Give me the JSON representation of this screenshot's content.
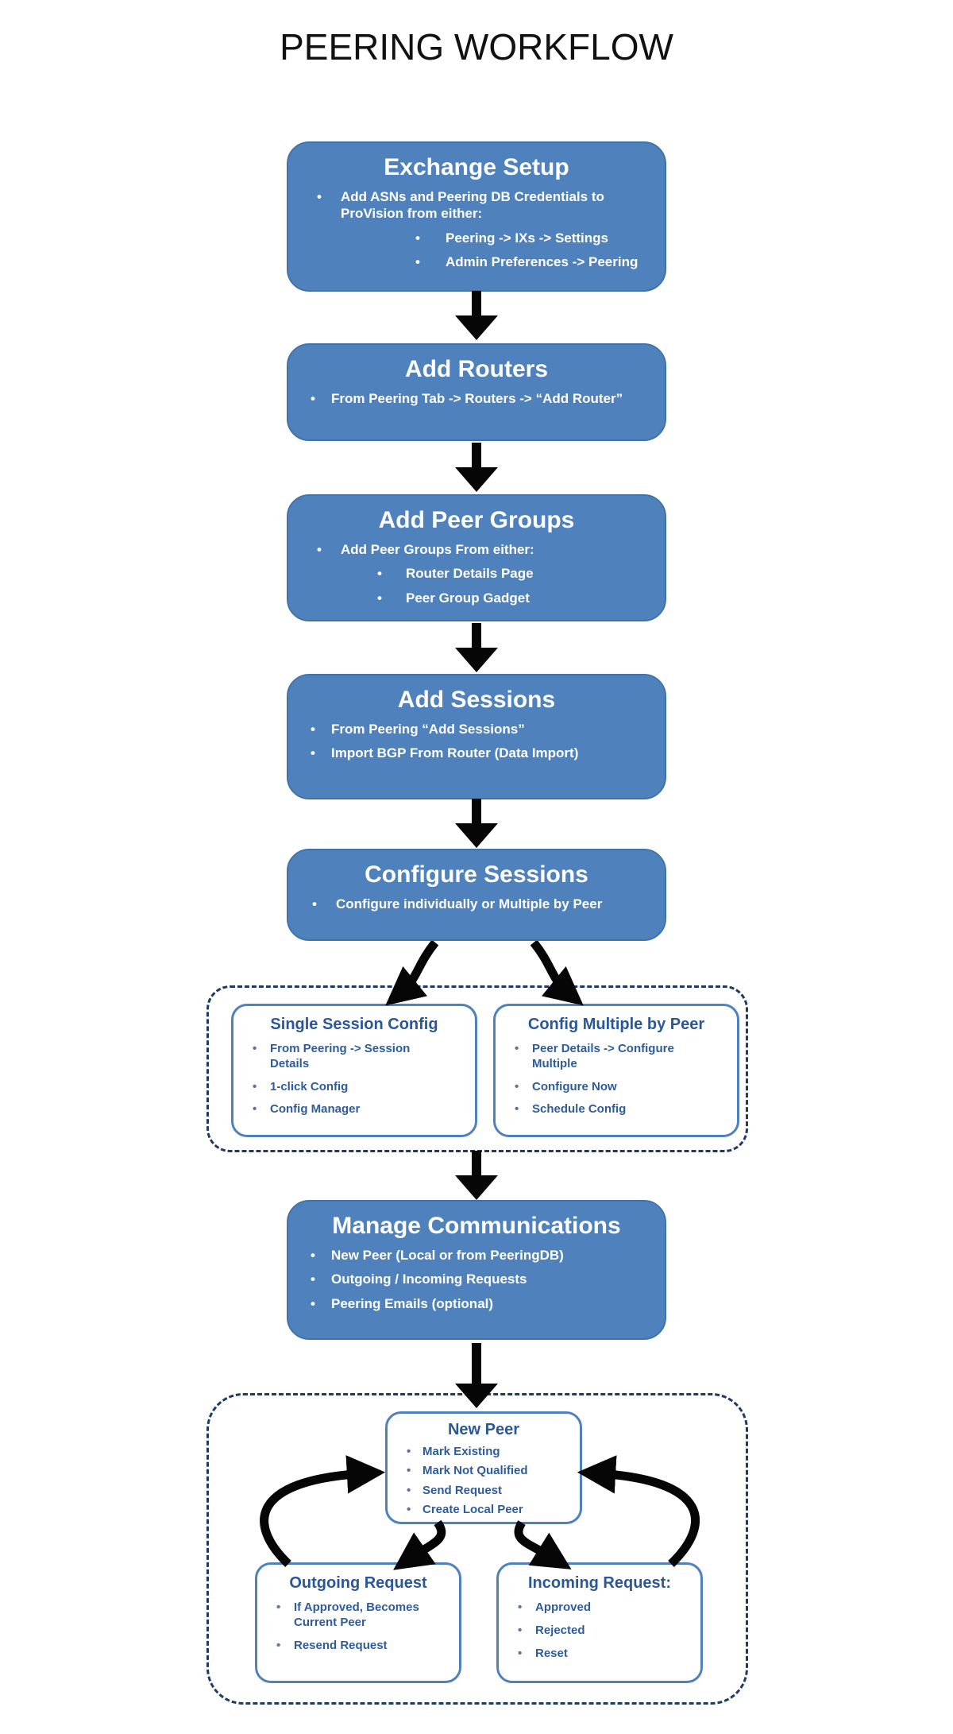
{
  "title": "PEERING WORKFLOW",
  "colors": {
    "box_fill": "#4f81bd",
    "box_text": "#ffffff",
    "subbox_border": "#4f81bd",
    "subbox_heading": "#2b5797",
    "subbox_text": "#2e5c9a",
    "dashed_border": "#1f3a63",
    "arrow": "#060606",
    "title_text": "#111111"
  },
  "icons": {
    "down_arrow": "solid black down arrow",
    "branch_arrows": "two curved black arrows branching down",
    "cycle_arrows": "curved black arrows cycling between peer boxes"
  },
  "flow": {
    "exchange_setup": {
      "title": "Exchange Setup",
      "bullets": [
        "Add ASNs and Peering DB Credentials to ProVision from either:"
      ],
      "sub_bullets": [
        "Peering -> IXs -> Settings",
        "Admin Preferences -> Peering"
      ]
    },
    "add_routers": {
      "title": "Add Routers",
      "bullets": [
        "From Peering Tab -> Routers -> “Add Router”"
      ]
    },
    "add_peer_groups": {
      "title": "Add Peer Groups",
      "bullets": [
        "Add Peer Groups From either:"
      ],
      "sub_bullets": [
        "Router Details Page",
        "Peer Group Gadget"
      ]
    },
    "add_sessions": {
      "title": "Add Sessions",
      "bullets": [
        "From  Peering “Add Sessions”",
        "Import BGP From Router (Data Import)"
      ]
    },
    "configure_sessions": {
      "title": "Configure Sessions",
      "bullets": [
        "Configure individually or Multiple by Peer"
      ]
    },
    "config_options": {
      "single_session": {
        "title": "Single Session Config",
        "bullets": [
          "From Peering -> Session Details",
          "1-click Config",
          "Config Manager"
        ]
      },
      "config_multiple": {
        "title": "Config Multiple by Peer",
        "bullets": [
          "Peer Details -> Configure Multiple",
          "Configure Now",
          "Schedule Config"
        ]
      }
    },
    "manage_communications": {
      "title": "Manage Communications",
      "bullets": [
        "New Peer (Local or from PeeringDB)",
        "Outgoing / Incoming Requests",
        "Peering Emails (optional)"
      ]
    },
    "communications_cycle": {
      "new_peer": {
        "title": "New Peer",
        "bullets": [
          "Mark Existing",
          "Mark Not Qualified",
          "Send Request",
          "Create Local Peer"
        ]
      },
      "outgoing_request": {
        "title": "Outgoing Request",
        "bullets": [
          "If Approved, Becomes Current Peer",
          "Resend Request"
        ]
      },
      "incoming_request": {
        "title": "Incoming Request:",
        "bullets": [
          "Approved",
          "Rejected",
          "Reset"
        ]
      }
    }
  }
}
